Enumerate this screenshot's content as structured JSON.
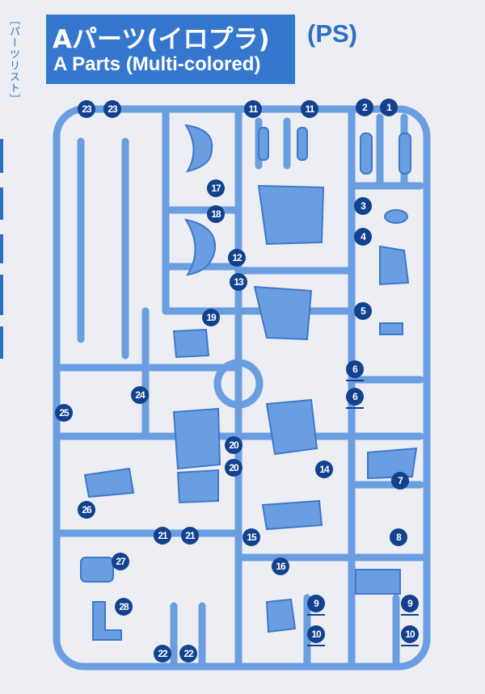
{
  "side_label": "［パーツリスト］",
  "header": {
    "title_jp": "Aパーツ(イロプラ)",
    "title_en": "A Parts (Multi-colored)",
    "material": "(PS)"
  },
  "colors": {
    "runner": "#6b9ee0",
    "runner_dark": "#3e78cc",
    "callout": "#12428e",
    "title_bg": "#3577cf",
    "page_bg": "#eceef3"
  },
  "callouts": [
    {
      "id": "callout-23a",
      "label": "23"
    },
    {
      "id": "callout-23b",
      "label": "23"
    },
    {
      "id": "callout-11a",
      "label": "11"
    },
    {
      "id": "callout-11b",
      "label": "11"
    },
    {
      "id": "callout-2",
      "label": "2"
    },
    {
      "id": "callout-1",
      "label": "1"
    },
    {
      "id": "callout-17",
      "label": "17"
    },
    {
      "id": "callout-18",
      "label": "18"
    },
    {
      "id": "callout-3",
      "label": "3"
    },
    {
      "id": "callout-4",
      "label": "4"
    },
    {
      "id": "callout-12",
      "label": "12"
    },
    {
      "id": "callout-13",
      "label": "13"
    },
    {
      "id": "callout-19",
      "label": "19"
    },
    {
      "id": "callout-5",
      "label": "5"
    },
    {
      "id": "callout-6a",
      "label": "6"
    },
    {
      "id": "callout-6b",
      "label": "6"
    },
    {
      "id": "callout-24",
      "label": "24"
    },
    {
      "id": "callout-25",
      "label": "25"
    },
    {
      "id": "callout-20a",
      "label": "20"
    },
    {
      "id": "callout-20b",
      "label": "20"
    },
    {
      "id": "callout-14",
      "label": "14"
    },
    {
      "id": "callout-7",
      "label": "7"
    },
    {
      "id": "callout-26",
      "label": "26"
    },
    {
      "id": "callout-15",
      "label": "15"
    },
    {
      "id": "callout-8",
      "label": "8"
    },
    {
      "id": "callout-21a",
      "label": "21"
    },
    {
      "id": "callout-21b",
      "label": "21"
    },
    {
      "id": "callout-27",
      "label": "27"
    },
    {
      "id": "callout-16",
      "label": "16"
    },
    {
      "id": "callout-28",
      "label": "28"
    },
    {
      "id": "callout-9a",
      "label": "9"
    },
    {
      "id": "callout-9b",
      "label": "9"
    },
    {
      "id": "callout-22a",
      "label": "22"
    },
    {
      "id": "callout-22b",
      "label": "22"
    },
    {
      "id": "callout-10a",
      "label": "10"
    },
    {
      "id": "callout-10b",
      "label": "10"
    }
  ]
}
